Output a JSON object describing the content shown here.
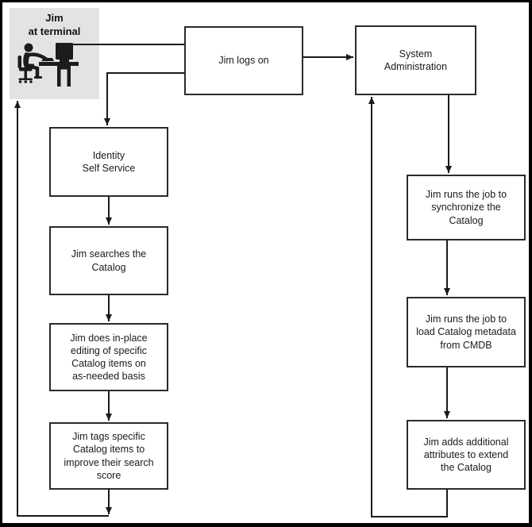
{
  "diagram": {
    "actor": {
      "label": "Jim\nat terminal",
      "icon": "person-at-computer-icon"
    },
    "nodes": {
      "jim_logs_on": {
        "label": "Jim logs on"
      },
      "system_administration": {
        "label": "System\nAdministration"
      },
      "identity_self_service": {
        "label": "Identity\nSelf Service"
      },
      "jim_searches_catalog": {
        "label": "Jim searches the\nCatalog"
      },
      "jim_inplace_editing": {
        "label": "Jim does in-place\nediting of specific\nCatalog items on\nas-needed basis"
      },
      "jim_tags_items": {
        "label": "Jim tags specific\nCatalog items to\nimprove their search\nscore"
      },
      "jim_sync_job": {
        "label": "Jim runs the job to\nsynchronize the\nCatalog"
      },
      "jim_load_metadata_job": {
        "label": "Jim runs the job to\nload Catalog metadata\nfrom CMDB"
      },
      "jim_adds_attributes": {
        "label": "Jim adds additional\nattributes to extend\nthe Catalog"
      }
    },
    "colors": {
      "line": "#1a1a1a",
      "box_border": "#2b2b2b",
      "actor_background": "#e3e3e3",
      "page_background": "#ffffff",
      "outer_border": "#000000"
    }
  }
}
